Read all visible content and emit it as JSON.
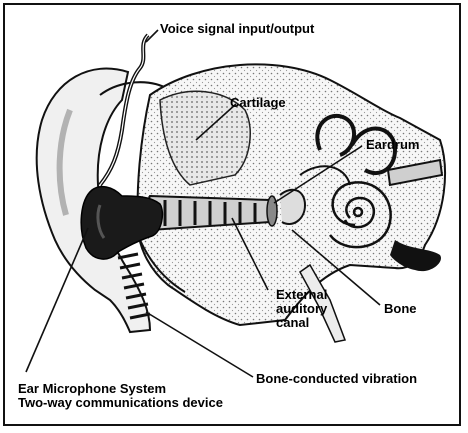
{
  "labels": {
    "voice": "Voice signal input/output",
    "cartilage": "Cartilage",
    "eardrum": "Eardrum",
    "canal_1": "External",
    "canal_2": "auditory",
    "canal_3": "canal",
    "bone": "Bone",
    "bone_conducted": "Bone-conducted vibration",
    "system_1": "Ear Microphone System",
    "system_2": "Two-way communications device"
  },
  "colors": {
    "ink": "#111111",
    "tissue": "#f4f4f4",
    "shade": "#bdbdbd",
    "device": "#1a1a1a"
  }
}
